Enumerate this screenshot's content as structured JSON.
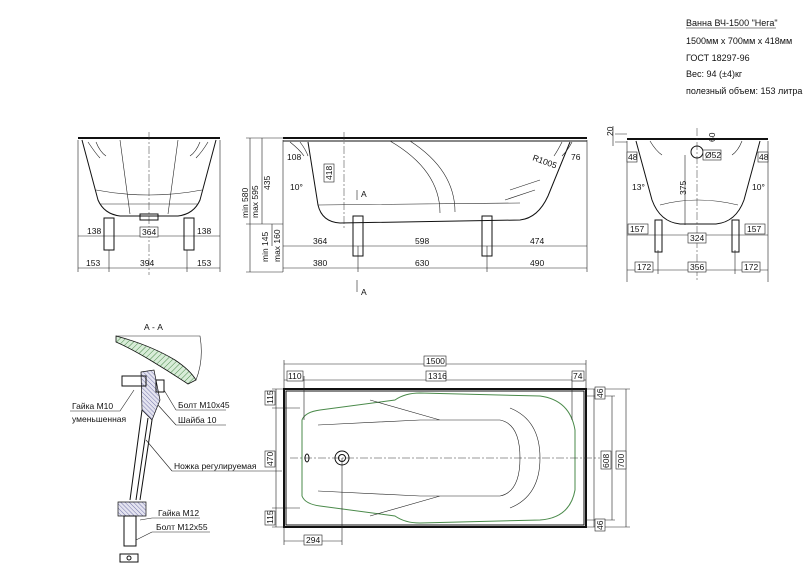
{
  "title_block": {
    "name": "Ванна ВЧ-1500 \"Нега\"",
    "size": "1500мм x 700мм x 418мм",
    "standard": "ГОСТ 18297-96",
    "weight": "Вес: 94 (±4)кг",
    "volume": "полезный объем: 153 литра"
  },
  "left_view": {
    "dims": [
      "138",
      "364",
      "138",
      "153",
      "394",
      "153"
    ]
  },
  "front_view": {
    "dims_top": [
      "108",
      "418",
      "76",
      "10°",
      "R1005"
    ],
    "dims_vertical": [
      "min 580",
      "max 595",
      "435",
      "min 145",
      "max 160"
    ],
    "dims_row1": [
      "364",
      "598",
      "474"
    ],
    "dims_row2": [
      "380",
      "630",
      "490"
    ],
    "section_mark": "A"
  },
  "right_view": {
    "dims": [
      "20",
      "60",
      "Ø52",
      "48",
      "48",
      "13°",
      "10°",
      "375",
      "157",
      "324",
      "157",
      "172",
      "356",
      "172"
    ]
  },
  "top_view": {
    "dims_top": [
      "1500",
      "110",
      "1316",
      "74"
    ],
    "dims_left": [
      "115",
      "470",
      "115"
    ],
    "dims_right": [
      "46",
      "608",
      "700",
      "46"
    ],
    "dims_bottom": [
      "294"
    ]
  },
  "section": {
    "title": "А - А",
    "labels": {
      "nut_m10": "Гайка М10",
      "nut_m10_sub": "уменьшенная",
      "bolt_m10": "Болт М10х45",
      "washer": "Шайба 10",
      "leg": "Ножка регулируемая",
      "nut_m12": "Гайка М12",
      "bolt_m12": "Болт М12х55"
    }
  },
  "colors": {
    "line": "#111111",
    "hatch_green": "#4a8a4a",
    "hatch_blue": "#5a5a9a"
  }
}
